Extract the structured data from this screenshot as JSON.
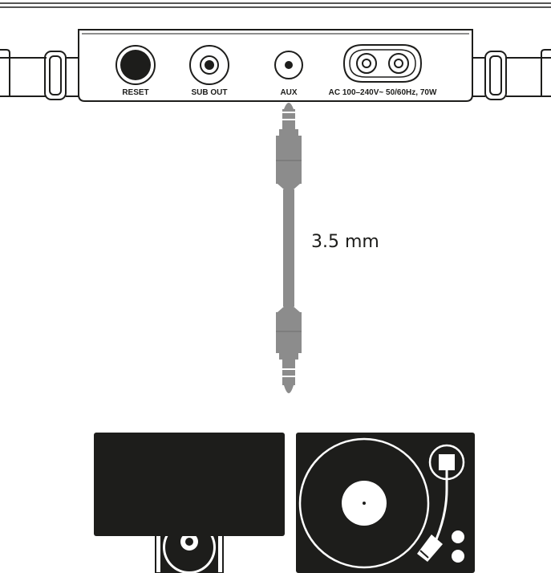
{
  "panel": {
    "ports": [
      {
        "id": "reset",
        "label": "RESET"
      },
      {
        "id": "sub-out",
        "label": "SUB OUT"
      },
      {
        "id": "aux",
        "label": "AUX"
      },
      {
        "id": "power",
        "label": "AC 100–240V~ 50/60Hz, 70W"
      }
    ]
  },
  "cable": {
    "label": "3.5 mm",
    "connects": [
      "aux",
      "source-devices"
    ]
  },
  "devices": [
    {
      "name": "cd-player-icon"
    },
    {
      "name": "turntable-icon"
    }
  ],
  "colors": {
    "ink": "#1d1d1b",
    "cable": "#8c8c8c",
    "cable_dark": "#6e6e6e",
    "paper": "#ffffff"
  }
}
